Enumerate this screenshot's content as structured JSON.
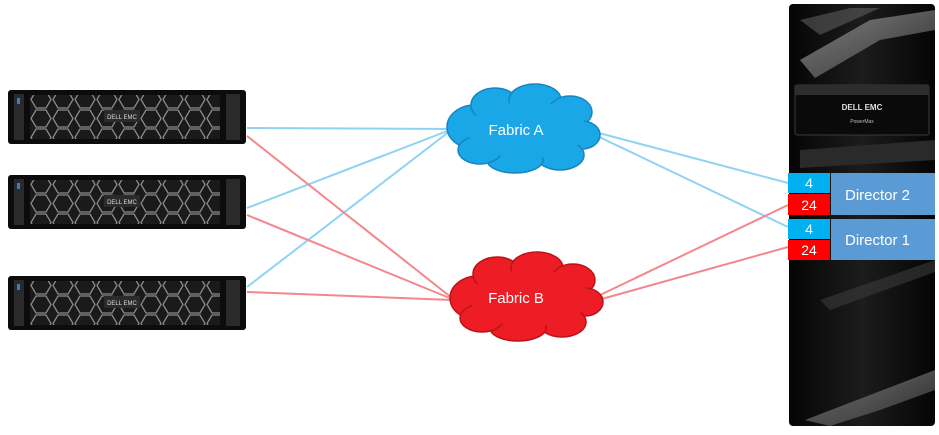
{
  "fabrics": {
    "a": {
      "label": "Fabric A",
      "color": "#1aa7e8"
    },
    "b": {
      "label": "Fabric B",
      "color": "#ee1c24"
    }
  },
  "servers": [
    {
      "brand": "DELL EMC"
    },
    {
      "brand": "DELL EMC"
    },
    {
      "brand": "DELL EMC"
    }
  ],
  "array": {
    "brand": "DELL EMC",
    "model": "PowerMax",
    "directors": [
      {
        "label": "Director 2",
        "port_a": "4",
        "port_b": "24"
      },
      {
        "label": "Director 1",
        "port_a": "4",
        "port_b": "24"
      }
    ]
  },
  "colors": {
    "link_a": "#8fd3f4",
    "link_b": "#f4878c",
    "director_bg": "#5b9bd5",
    "port_a_bg": "#00b0f0",
    "port_b_bg": "#ff0000"
  }
}
